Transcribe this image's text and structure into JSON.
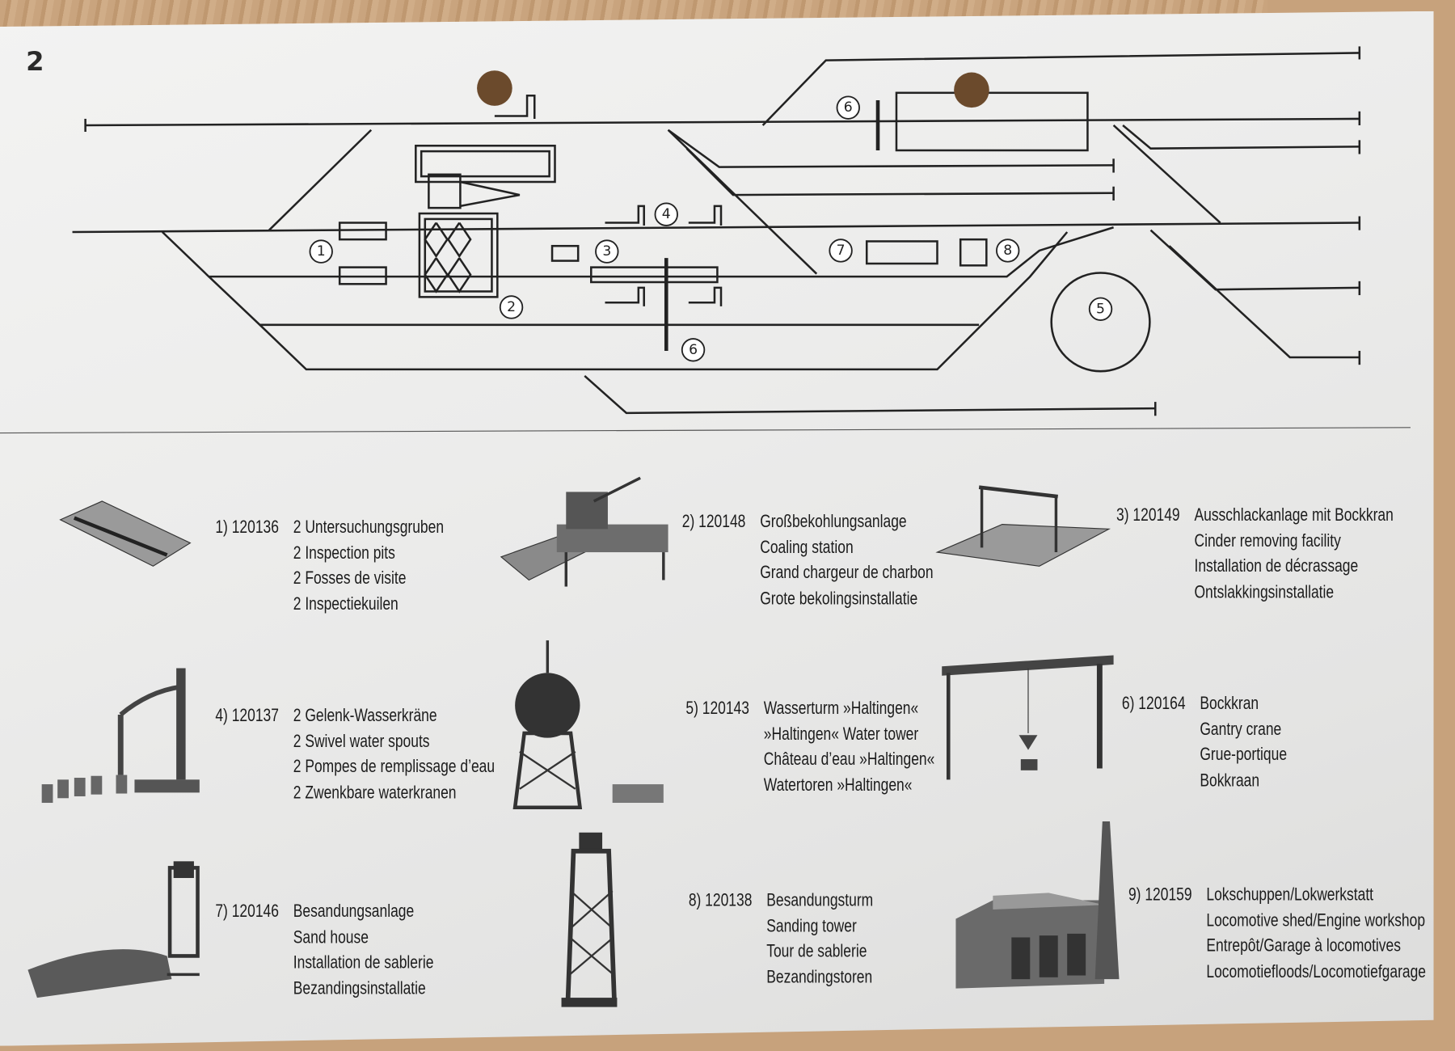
{
  "page_number": "2",
  "diagram": {
    "markers": [
      "1",
      "2",
      "3",
      "4",
      "5",
      "6",
      "6",
      "7",
      "8"
    ]
  },
  "items": [
    {
      "code": "1) 120136",
      "lines": [
        "2 Untersuchungsgruben",
        "2 Inspection pits",
        "2 Fosses de visite",
        "2 Inspectiekuilen"
      ]
    },
    {
      "code": "2) 120148",
      "lines": [
        "Großbekohlungsanlage",
        "Coaling station",
        "Grand chargeur de charbon",
        "Grote bekolingsinstallatie"
      ]
    },
    {
      "code": "3) 120149",
      "lines": [
        "Ausschlackanlage mit Bockkran",
        "Cinder removing facility",
        "Installation de décrassage",
        "Ontslakkingsinstallatie"
      ]
    },
    {
      "code": "4) 120137",
      "lines": [
        "2 Gelenk-Wasserkräne",
        "2 Swivel water spouts",
        "2 Pompes de remplissage d’eau",
        "2 Zwenkbare waterkranen"
      ]
    },
    {
      "code": "5) 120143",
      "lines": [
        "Wasserturm »Haltingen«",
        "»Haltingen« Water tower",
        "Château d’eau »Haltingen«",
        "Watertoren »Haltingen«"
      ]
    },
    {
      "code": "6) 120164",
      "lines": [
        "Bockkran",
        "Gantry crane",
        "Grue-portique",
        "Bokkraan"
      ]
    },
    {
      "code": "7) 120146",
      "lines": [
        "Besandungsanlage",
        "Sand house",
        "Installation de sablerie",
        "Bezandingsinstallatie"
      ]
    },
    {
      "code": "8) 120138",
      "lines": [
        "Besandungsturm",
        "Sanding tower",
        "Tour de sablerie",
        "Bezandingstoren"
      ]
    },
    {
      "code": "9) 120159",
      "lines": [
        "Lokschuppen/Lokwerkstatt",
        "Locomotive shed/Engine workshop",
        "Entrepôt/Garage à locomotives",
        "Locomotiefloods/Locomotiefgarage"
      ]
    }
  ]
}
